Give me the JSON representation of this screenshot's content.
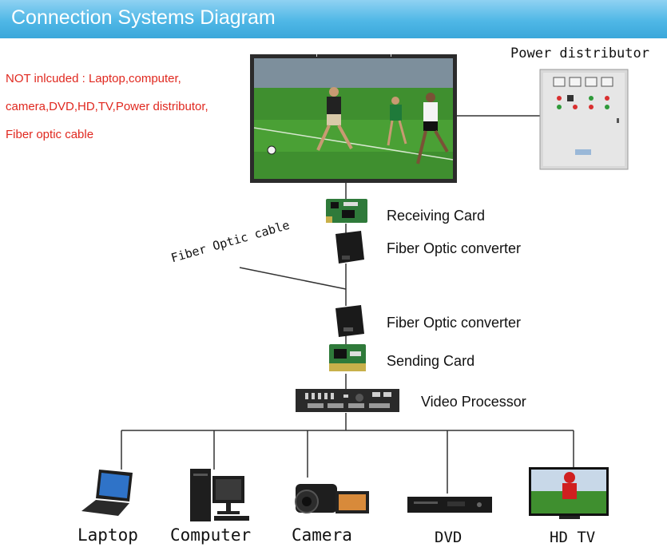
{
  "header": {
    "title": "Connection Systems Diagram"
  },
  "note": {
    "lines": [
      "NOT inlcuded : Laptop,computer,",
      "camera,DVD,HD,TV,Power distributor,",
      "Fiber optic cable"
    ]
  },
  "power_distributor": {
    "label": "Power distributor"
  },
  "chain": {
    "receiving_card": "Receiving Card",
    "fiber_converter_top": "Fiber Optic converter",
    "fiber_cable": "Fiber Optic cable",
    "fiber_converter_bottom": "Fiber Optic converter",
    "sending_card": "Sending Card",
    "video_processor": "Video Processor"
  },
  "devices": {
    "laptop": "Laptop",
    "computer": "Computer",
    "camera": "Camera",
    "dvd": "DVD",
    "hdtv": "HD TV"
  },
  "colors": {
    "header": "#4fb7e6",
    "note": "#e0281f",
    "pitch": "#3f8f2f"
  }
}
